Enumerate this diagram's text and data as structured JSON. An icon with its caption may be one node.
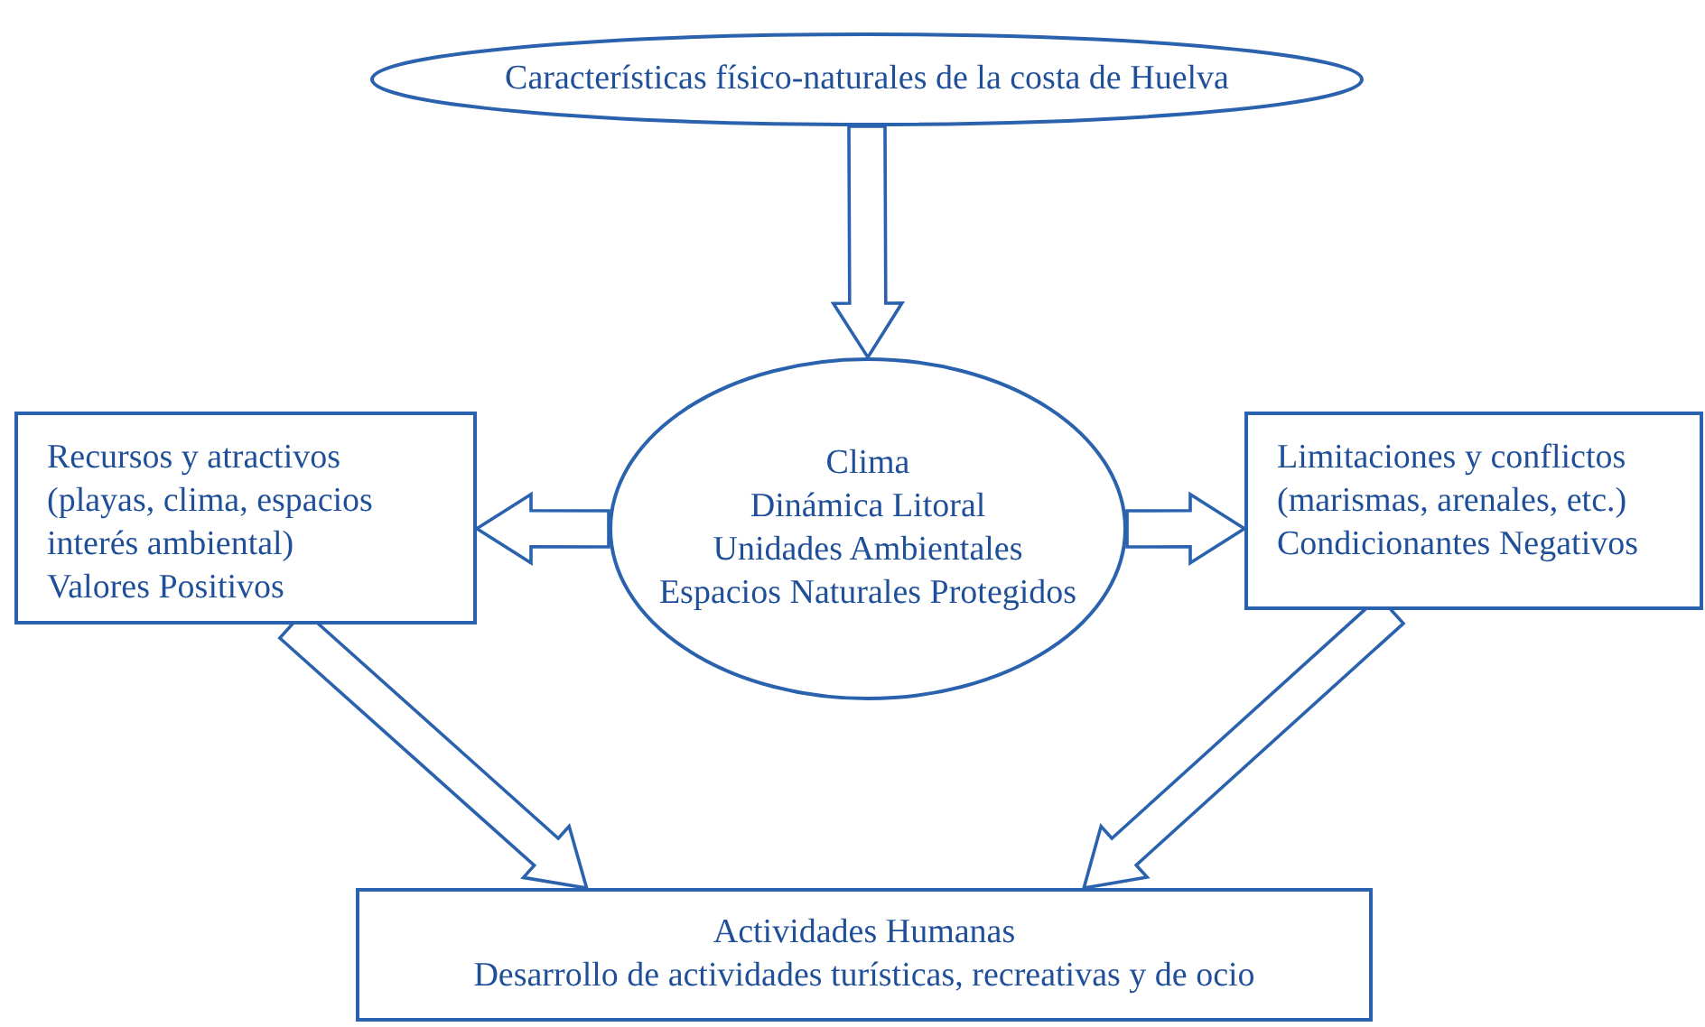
{
  "diagram": {
    "nodes": [
      {
        "text": [
          "Características físico-naturales de la costa de Huelva"
        ]
      },
      {
        "text": [
          "Recursos y atractivos (playas, clima, espacios interés ambiental)",
          "Valores Positivos"
        ]
      },
      {
        "text": [
          "Clima",
          "Dinámica Litoral",
          "Unidades Ambientales",
          "Espacios Naturales Protegidos"
        ]
      },
      {
        "text": [
          "Limitaciones y conflictos (marismas, arenales, etc.)",
          "Condicionantes Negativos"
        ]
      },
      {
        "text": [
          "Actividades Humanas",
          "Desarrollo de actividades turísticas, recreativas y de ocio"
        ]
      }
    ],
    "edges": [
      {
        "from": 0,
        "to": 2,
        "arrow": "to"
      },
      {
        "from": 2,
        "to": 1,
        "arrow": "to"
      },
      {
        "from": 2,
        "to": 3,
        "arrow": "to"
      },
      {
        "from": 1,
        "to": 4,
        "arrow": "to"
      },
      {
        "from": 3,
        "to": 4,
        "arrow": "to"
      }
    ]
  }
}
